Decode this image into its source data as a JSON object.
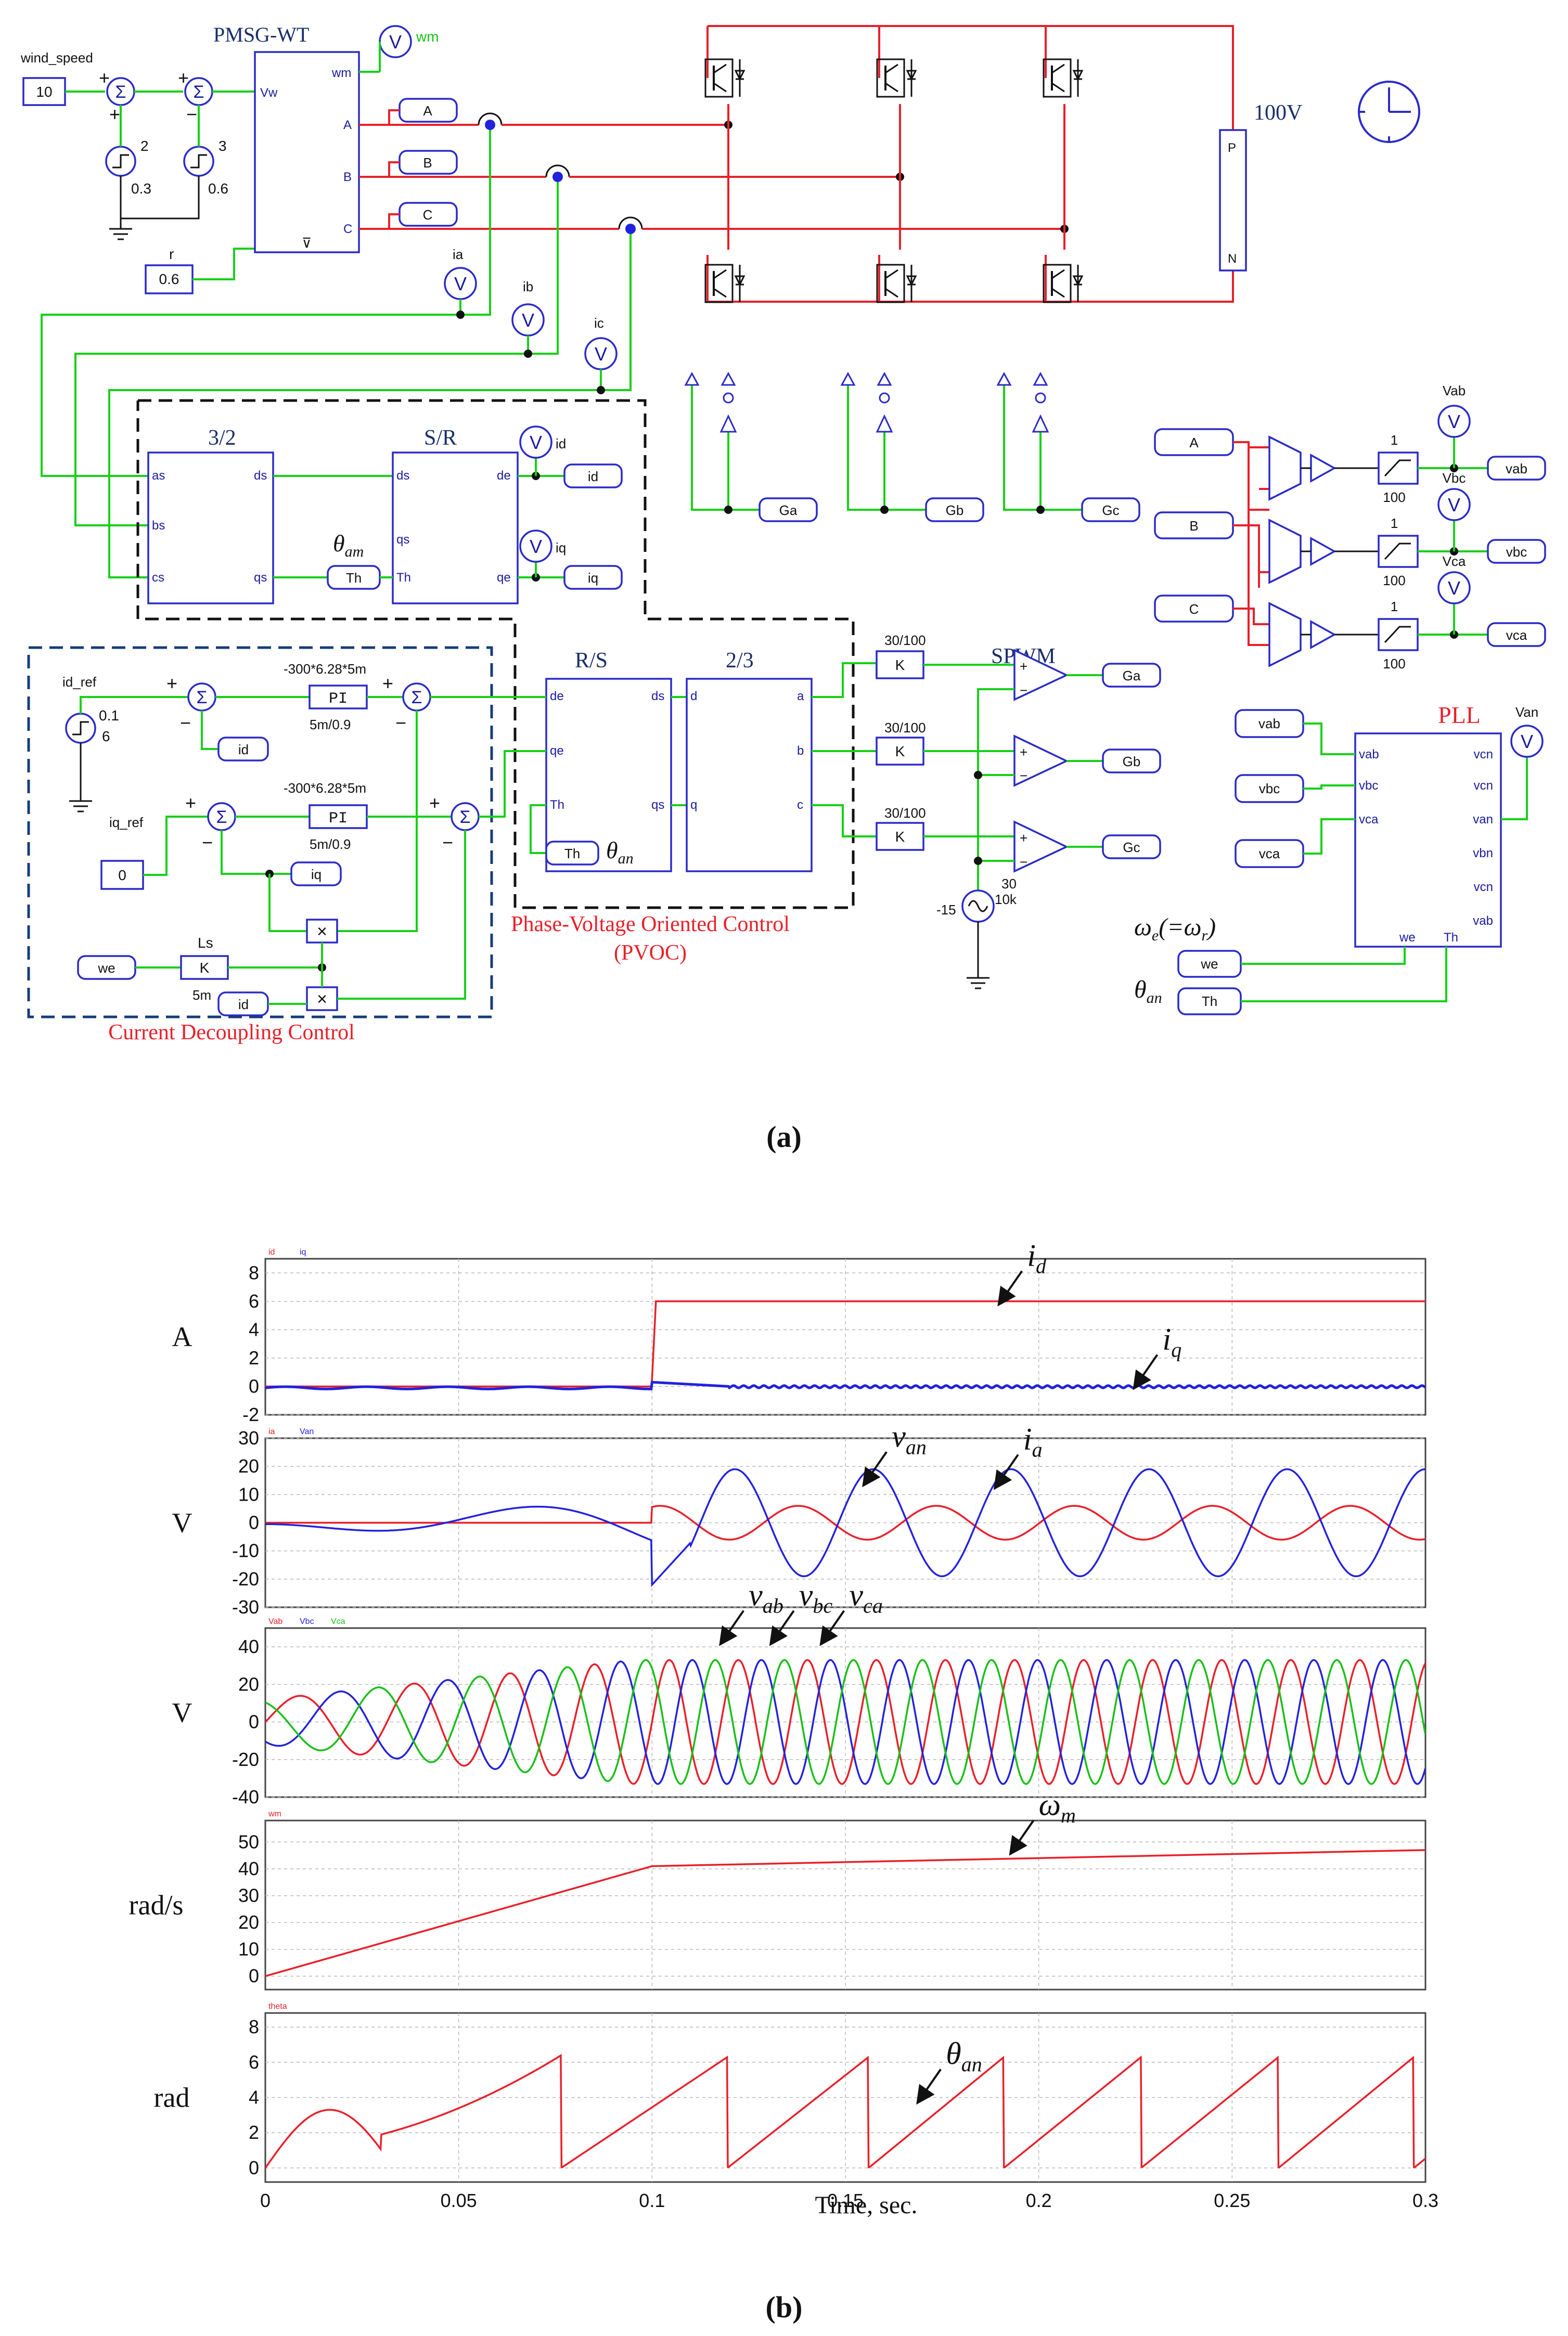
{
  "labels": {
    "panel_a": "(a)",
    "panel_b": "(b)",
    "time_axis": "Time, sec."
  },
  "circuit": {
    "wind_speed_label": "wind_speed",
    "wind_speed_value": "10",
    "step1_value": "2",
    "step1_time": "0.3",
    "step2_value": "3",
    "step2_time": "0.6",
    "r_label": "r",
    "r_value": "0.6",
    "pmsg_title": "PMSG-WT",
    "pmsg_ports": {
      "vw": "Vw",
      "wm": "wm",
      "a": "A",
      "b": "B",
      "c": "C"
    },
    "meter_wm": "wm",
    "meter_ia": "ia",
    "meter_ib": "ib",
    "meter_ic": "ic",
    "meter_symbol": "V",
    "dc_label": "100V",
    "gate_tags": [
      "Ga",
      "Gb",
      "Gc"
    ],
    "phase_tags": [
      "A",
      "B",
      "C"
    ],
    "block_32": {
      "title": "3/2",
      "in": [
        "as",
        "bs",
        "cs"
      ],
      "out": [
        "ds",
        "qs"
      ]
    },
    "block_sr": {
      "title": "S/R",
      "in": [
        "ds",
        "qs",
        "Th"
      ],
      "out": [
        "de",
        "qe"
      ]
    },
    "meter_id": "id",
    "meter_iq": "iq",
    "tag_id": "id",
    "tag_iq": "iq",
    "tag_th": "Th",
    "theta_am": "θam",
    "block_rs": {
      "title": "R/S",
      "in": [
        "de",
        "qe",
        "Th"
      ],
      "out": [
        "ds",
        "qs"
      ]
    },
    "block_23": {
      "title": "2/3",
      "in": [
        "d",
        "q"
      ],
      "out": [
        "a",
        "b",
        "c"
      ]
    },
    "theta_an": "θan",
    "pvoc_line1": "Phase-Voltage Oriented Control",
    "pvoc_line2": "(PVOC)",
    "cdc_label": "Current Decoupling Control",
    "id_ref_label": "id_ref",
    "id_ref_step": "0.1",
    "id_ref_value": "6",
    "iq_ref_label": "iq_ref",
    "iq_ref_value": "0",
    "pi_label": "PI",
    "pi_gain": "-300*6.28*5m",
    "pi_time": "5m/0.9",
    "we_tag": "we",
    "ls_label": "Ls",
    "ls_k": "K",
    "ls_value": "5m",
    "spwm_title": "SPWM",
    "spwm_gain": "30/100",
    "spwm_k": "K",
    "carrier_amp": "30",
    "carrier_offset": "-15",
    "carrier_freq": "10k",
    "meter_vab": "Vab",
    "meter_vbc": "Vbc",
    "meter_vca": "Vca",
    "filter_num": "1",
    "filter_den": "100",
    "vtags": [
      "vab",
      "vbc",
      "vca"
    ],
    "pll_title": "PLL",
    "pll_in": [
      "vab",
      "vbc",
      "vca"
    ],
    "pll_out": [
      "vcn",
      "vcn",
      "van",
      "vbn",
      "vcn",
      "vab"
    ],
    "pll_bottom": [
      "we",
      "Th"
    ],
    "meter_van": "Van",
    "we_note": "ωe(=ωr)",
    "th_note": "θan"
  },
  "chart_data": [
    {
      "type": "line",
      "ylabel": "A",
      "legend": [
        "id",
        "iq"
      ],
      "ylim": [
        -2,
        9
      ],
      "yticks": [
        8,
        6,
        4,
        2,
        0,
        -2
      ],
      "series": [
        {
          "name": "id",
          "color": "#e8202a",
          "points": [
            [
              0,
              0
            ],
            [
              0.0999,
              0
            ],
            [
              0.101,
              6
            ],
            [
              0.3,
              6
            ]
          ]
        },
        {
          "name": "iq",
          "color": "#2222dd",
          "points": [
            [
              0,
              -0.1
            ],
            [
              0.02,
              0.1
            ],
            [
              0.0999,
              0
            ],
            [
              0.102,
              0.3
            ],
            [
              0.12,
              0
            ],
            [
              0.3,
              0
            ]
          ]
        }
      ],
      "annotations": [
        {
          "text": "i",
          "sub": "d",
          "x": 0.197,
          "y": 8.5
        },
        {
          "text": "i",
          "sub": "q",
          "x": 0.232,
          "y": 2.6
        }
      ]
    },
    {
      "type": "line",
      "ylabel": "V",
      "legend": [
        "ia",
        "Van"
      ],
      "ylim": [
        -30,
        30
      ],
      "yticks": [
        30,
        20,
        10,
        0,
        -10,
        -20,
        -30
      ],
      "series": [
        {
          "name": "ia",
          "color": "#e8202a",
          "x": [
            0,
            0.1,
            0.3
          ],
          "ia_amp": 6,
          "period": 0.0357
        },
        {
          "name": "Van",
          "color": "#2222dd",
          "x": [
            0,
            0.3
          ],
          "van_amp": 19
        }
      ],
      "annotations": [
        {
          "text": "v",
          "sub": "an",
          "x": 0.162,
          "y": 27
        },
        {
          "text": "i",
          "sub": "a",
          "x": 0.196,
          "y": 26
        }
      ]
    },
    {
      "type": "line",
      "ylabel": "V",
      "legend": [
        "Vab",
        "Vbc",
        "Vca"
      ],
      "ylim": [
        -40,
        50
      ],
      "yticks": [
        40,
        20,
        0,
        -20,
        -40
      ],
      "series": [
        {
          "name": "Vab",
          "color": "#e8202a",
          "amp": 33
        },
        {
          "name": "Vbc",
          "color": "#2222dd",
          "amp": 33
        },
        {
          "name": "Vca",
          "color": "#18c018",
          "amp": 33
        }
      ],
      "annotations": [
        {
          "text": "v",
          "sub": "ab",
          "x": 0.125,
          "y": 62
        },
        {
          "text": "v",
          "sub": "bc",
          "x": 0.138,
          "y": 62
        },
        {
          "text": "v",
          "sub": "ca",
          "x": 0.151,
          "y": 62
        }
      ]
    },
    {
      "type": "line",
      "ylabel": "rad/s",
      "legend": [
        "wm"
      ],
      "ylim": [
        -5,
        58
      ],
      "yticks": [
        50,
        40,
        30,
        20,
        10,
        0
      ],
      "series": [
        {
          "name": "wm",
          "color": "#e8202a",
          "points": [
            [
              0,
              0
            ],
            [
              0.1,
              41
            ],
            [
              0.3,
              47
            ]
          ]
        }
      ],
      "annotations": [
        {
          "text": "ω",
          "sub": "m",
          "x": 0.2,
          "y": 60
        }
      ]
    },
    {
      "type": "line",
      "ylabel": "rad",
      "legend": [
        "theta"
      ],
      "ylim": [
        -0.8,
        8.8
      ],
      "yticks": [
        8,
        6,
        4,
        2,
        0
      ],
      "series": [
        {
          "name": "theta",
          "color": "#e8202a",
          "wraps": [
            0.0765,
            0.1195,
            0.156,
            0.191,
            0.2265,
            0.262,
            0.297
          ]
        }
      ],
      "annotations": [
        {
          "text": "θ",
          "sub": "an",
          "x": 0.176,
          "y": 5.9
        }
      ]
    }
  ],
  "xaxis": {
    "ticks": [
      "0",
      "0.05",
      "0.1",
      "0.15",
      "0.2",
      "0.25",
      "0.3"
    ],
    "range": [
      0,
      0.3
    ]
  }
}
